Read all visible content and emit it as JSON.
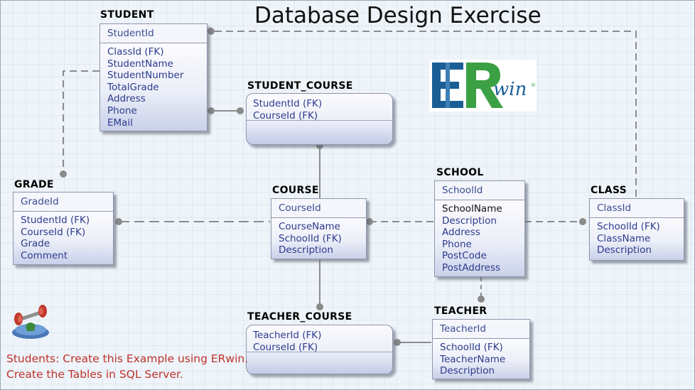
{
  "title": "Database Design Exercise",
  "logo": {
    "text": "ERwin",
    "mark": "®",
    "colors": {
      "blue": "#1b5e96",
      "green": "#3aa043"
    }
  },
  "entities": {
    "student": {
      "name": "STUDENT",
      "pk": "StudentId",
      "attributes": [
        "ClassId (FK)",
        "StudentName",
        "StudentNumber",
        "TotalGrade",
        "Address",
        "Phone",
        "EMail"
      ]
    },
    "student_course": {
      "name": "STUDENT_COURSE",
      "attributes": [
        "StudentId (FK)",
        "CourseId (FK)"
      ]
    },
    "grade": {
      "name": "GRADE",
      "pk": "GradeId",
      "attributes": [
        "StudentId (FK)",
        "CourseId (FK)",
        "Grade",
        "Comment"
      ]
    },
    "course": {
      "name": "COURSE",
      "pk": "CourseId",
      "attributes": [
        "CourseName",
        "SchoolId (FK)",
        "Description"
      ]
    },
    "school": {
      "name": "SCHOOL",
      "pk": "SchoolId",
      "attributes": [
        "SchoolName",
        "Description",
        "Address",
        "Phone",
        "PostCode",
        "PostAddress"
      ]
    },
    "class": {
      "name": "CLASS",
      "pk": "ClassId",
      "attributes": [
        "SchoolId (FK)",
        "ClassName",
        "Description"
      ]
    },
    "teacher_course": {
      "name": "TEACHER_COURSE",
      "attributes": [
        "TeacherId (FK)",
        "CourseId (FK)"
      ]
    },
    "teacher": {
      "name": "TEACHER",
      "pk": "TeacherId",
      "attributes": [
        "SchoolId (FK)",
        "TeacherName",
        "Description"
      ]
    }
  },
  "note": {
    "line1": "Students:  Create this Example using ERwin.",
    "line2": "Create the Tables in SQL Server."
  },
  "colors": {
    "attribute_text": "#2c3a8c",
    "note_text": "#c0322b",
    "connector": "#8c8c8c"
  }
}
